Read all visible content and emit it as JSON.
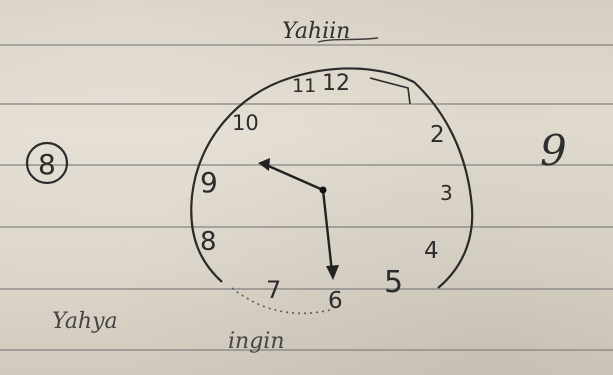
{
  "note": {
    "label_top": "Yahiin",
    "label_bottom_left": "Yahya",
    "label_bottom_center": "ingin",
    "problem_number": "8",
    "side_mark": "9"
  },
  "clock": {
    "numbers": [
      "11",
      "12",
      "2",
      "3",
      "4",
      "5",
      "6",
      "7",
      "8",
      "9",
      "10"
    ],
    "time": "9:30"
  },
  "colors": {
    "ink": "#2c2c2c",
    "paper": "#ddd6ca",
    "rule": "#7a7a7a"
  }
}
